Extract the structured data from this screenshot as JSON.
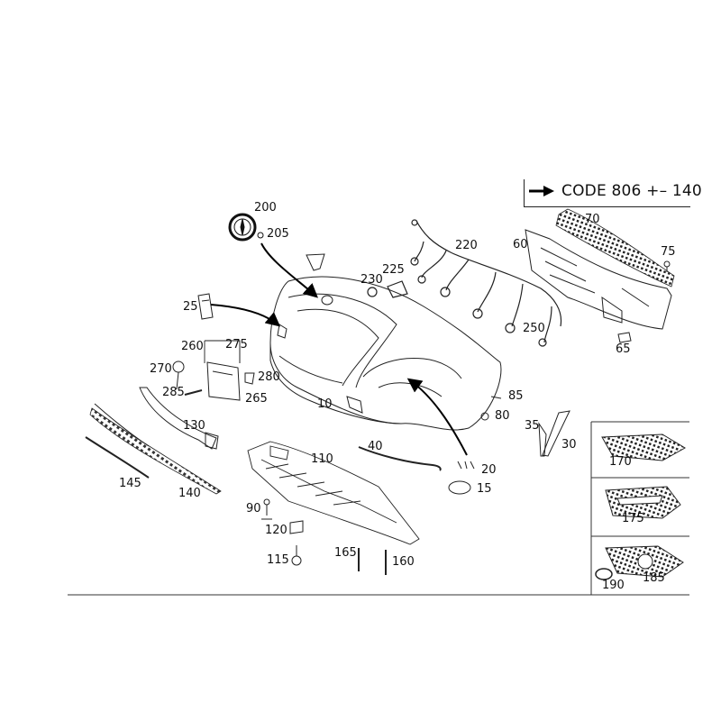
{
  "legend": {
    "text": "CODE 806 +– 140"
  },
  "callouts": [
    {
      "id": "10",
      "text": "10"
    },
    {
      "id": "15",
      "text": "15"
    },
    {
      "id": "20",
      "text": "20"
    },
    {
      "id": "25",
      "text": "25"
    },
    {
      "id": "30",
      "text": "30"
    },
    {
      "id": "35",
      "text": "35"
    },
    {
      "id": "40",
      "text": "40"
    },
    {
      "id": "60",
      "text": "60"
    },
    {
      "id": "65",
      "text": "65"
    },
    {
      "id": "70",
      "text": "70"
    },
    {
      "id": "75",
      "text": "75"
    },
    {
      "id": "80",
      "text": "80"
    },
    {
      "id": "85",
      "text": "85"
    },
    {
      "id": "90",
      "text": "90"
    },
    {
      "id": "110",
      "text": "110"
    },
    {
      "id": "115",
      "text": "115"
    },
    {
      "id": "120",
      "text": "120"
    },
    {
      "id": "130",
      "text": "130"
    },
    {
      "id": "140",
      "text": "140"
    },
    {
      "id": "145",
      "text": "145"
    },
    {
      "id": "160",
      "text": "160"
    },
    {
      "id": "165",
      "text": "165"
    },
    {
      "id": "170",
      "text": "170"
    },
    {
      "id": "175",
      "text": "175"
    },
    {
      "id": "185",
      "text": "185"
    },
    {
      "id": "190",
      "text": "190"
    },
    {
      "id": "200",
      "text": "200"
    },
    {
      "id": "205",
      "text": "205"
    },
    {
      "id": "220",
      "text": "220"
    },
    {
      "id": "225",
      "text": "225"
    },
    {
      "id": "230",
      "text": "230"
    },
    {
      "id": "250",
      "text": "250"
    },
    {
      "id": "260",
      "text": "260"
    },
    {
      "id": "265",
      "text": "265"
    },
    {
      "id": "270",
      "text": "270"
    },
    {
      "id": "275",
      "text": "275"
    },
    {
      "id": "280",
      "text": "280"
    },
    {
      "id": "285",
      "text": "285"
    }
  ],
  "colors": {
    "line": "#222222",
    "bg": "#ffffff"
  }
}
